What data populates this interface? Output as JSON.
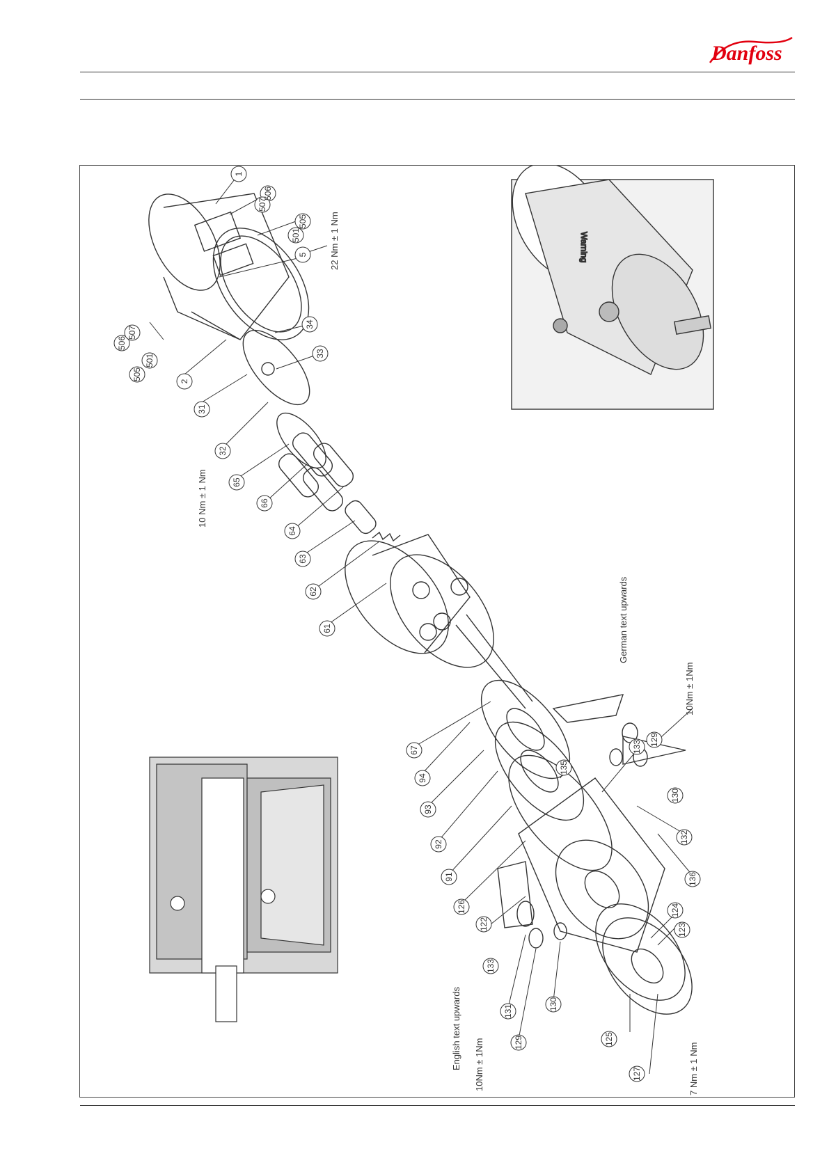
{
  "logo": {
    "text": "Danfoss",
    "color": "#E2000F"
  },
  "diagram": {
    "callouts": [
      {
        "id": "c1",
        "label": "1"
      },
      {
        "id": "c506a",
        "label": "506"
      },
      {
        "id": "c507a",
        "label": "507"
      },
      {
        "id": "c505a",
        "label": "505"
      },
      {
        "id": "c501a",
        "label": "501"
      },
      {
        "id": "c5",
        "label": "5"
      },
      {
        "id": "c506b",
        "label": "506"
      },
      {
        "id": "c507b",
        "label": "507"
      },
      {
        "id": "c505b",
        "label": "505"
      },
      {
        "id": "c501b",
        "label": "501"
      },
      {
        "id": "c2",
        "label": "2"
      },
      {
        "id": "c31",
        "label": "31"
      },
      {
        "id": "c34",
        "label": "34"
      },
      {
        "id": "c33",
        "label": "33"
      },
      {
        "id": "c32",
        "label": "32"
      },
      {
        "id": "c65",
        "label": "65"
      },
      {
        "id": "c66",
        "label": "66"
      },
      {
        "id": "c64",
        "label": "64"
      },
      {
        "id": "c63",
        "label": "63"
      },
      {
        "id": "c62",
        "label": "62"
      },
      {
        "id": "c61",
        "label": "61"
      },
      {
        "id": "c67",
        "label": "67"
      },
      {
        "id": "c94",
        "label": "94"
      },
      {
        "id": "c93",
        "label": "93"
      },
      {
        "id": "c92",
        "label": "92"
      },
      {
        "id": "c91",
        "label": "91"
      },
      {
        "id": "c126",
        "label": "126"
      },
      {
        "id": "c122",
        "label": "122"
      },
      {
        "id": "c135",
        "label": "135"
      },
      {
        "id": "c133a",
        "label": "133"
      },
      {
        "id": "c129a",
        "label": "129"
      },
      {
        "id": "c130a",
        "label": "130"
      },
      {
        "id": "c132",
        "label": "132"
      },
      {
        "id": "c133b",
        "label": "133"
      },
      {
        "id": "c136",
        "label": "136"
      },
      {
        "id": "c124",
        "label": "124"
      },
      {
        "id": "c123",
        "label": "123"
      },
      {
        "id": "c131",
        "label": "131"
      },
      {
        "id": "c129b",
        "label": "129"
      },
      {
        "id": "c130b",
        "label": "130"
      },
      {
        "id": "c125",
        "label": "125"
      },
      {
        "id": "c127",
        "label": "127"
      }
    ],
    "annotations": {
      "torque_22": "22 Nm ± 1 Nm",
      "torque_10_upper": "10 Nm ± 1 Nm",
      "german_text": "German text upwards",
      "torque_10_right": "10Nm ± 1Nm",
      "english_text": "English text upwards",
      "torque_10_lower": "10Nm ± 1Nm",
      "torque_7": "7 Nm ± 1 Nm"
    },
    "photo_label": "Warning"
  }
}
